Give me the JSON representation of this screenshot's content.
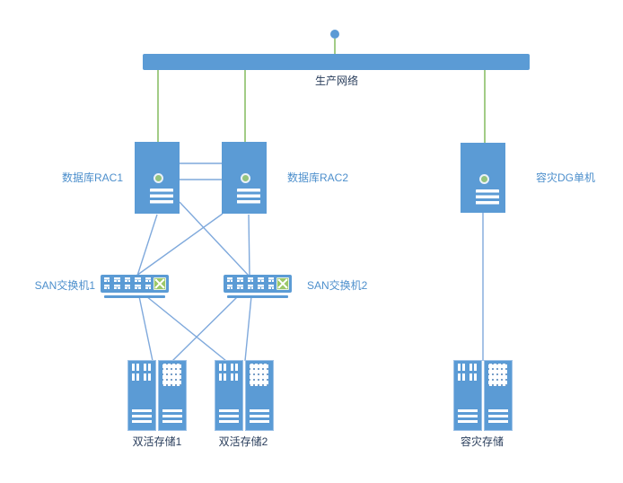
{
  "diagram": {
    "type": "network-topology",
    "nodes": {
      "bus": {
        "label": "生产网络",
        "kind": "network-bus"
      },
      "rac1": {
        "label": "数据库RAC1",
        "kind": "server"
      },
      "rac2": {
        "label": "数据库RAC2",
        "kind": "server"
      },
      "dg": {
        "label": "容灾DG单机",
        "kind": "server"
      },
      "san1": {
        "label": "SAN交换机1",
        "kind": "san-switch"
      },
      "san2": {
        "label": "SAN交换机2",
        "kind": "san-switch"
      },
      "storage1": {
        "label": "双活存储1",
        "kind": "storage"
      },
      "storage2": {
        "label": "双活存储2",
        "kind": "storage"
      },
      "drstorage": {
        "label": "容灾存储",
        "kind": "storage"
      }
    },
    "connections": [
      {
        "from": "生产网络",
        "to": "数据库RAC1",
        "style": "green"
      },
      {
        "from": "生产网络",
        "to": "数据库RAC2",
        "style": "green"
      },
      {
        "from": "生产网络",
        "to": "容灾DG单机",
        "style": "green"
      },
      {
        "from": "数据库RAC1",
        "to": "数据库RAC2",
        "style": "blue-double"
      },
      {
        "from": "数据库RAC1",
        "to": "SAN交换机1",
        "style": "blue"
      },
      {
        "from": "数据库RAC1",
        "to": "SAN交换机2",
        "style": "blue"
      },
      {
        "from": "数据库RAC2",
        "to": "SAN交换机1",
        "style": "blue"
      },
      {
        "from": "数据库RAC2",
        "to": "SAN交换机2",
        "style": "blue"
      },
      {
        "from": "SAN交换机1",
        "to": "双活存储1",
        "style": "blue"
      },
      {
        "from": "SAN交换机1",
        "to": "双活存储2",
        "style": "blue"
      },
      {
        "from": "SAN交换机2",
        "to": "双活存储1",
        "style": "blue"
      },
      {
        "from": "SAN交换机2",
        "to": "双活存储2",
        "style": "blue"
      },
      {
        "from": "容灾DG单机",
        "to": "容灾存储",
        "style": "blue"
      }
    ],
    "colors": {
      "shape_blue": "#5B9BD5",
      "line_blue": "#7FA9DC",
      "line_green": "#A2CC86",
      "led_green": "#94C47E",
      "switch_icon_green": "#9CC768",
      "label_blue": "#4D8FCC",
      "label_dark": "#2A3E5C"
    }
  }
}
